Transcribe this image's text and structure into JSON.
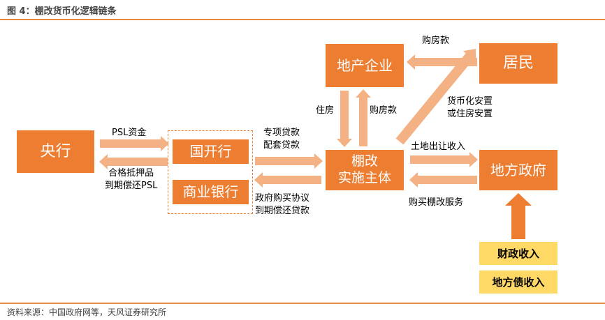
{
  "title": "图 4：棚改货币化逻辑链条",
  "nodes": {
    "central_bank": "央行",
    "cdb": "国开行",
    "commercial_banks": "商业银行",
    "developers": "地产企业",
    "residents": "居民",
    "implementer_line1": "棚改",
    "implementer_line2": "实施主体",
    "local_gov": "地方政府",
    "fiscal_revenue": "财政收入",
    "local_bond_revenue": "地方债收入"
  },
  "labels": {
    "psl_funds": "PSL资金",
    "collateral_line1": "合格抵押品",
    "collateral_line2": "到期偿还PSL",
    "special_loan_line1": "专项贷款",
    "special_loan_line2": "配套贷款",
    "gov_purchase_line1": "政府购买协议",
    "gov_purchase_line2": "到期偿还贷款",
    "housing": "住房",
    "payment_to_dev": "购房款",
    "payment_from_residents": "购房款",
    "monetized_line1": "货币化安置",
    "monetized_line2": "或住房安置",
    "land_transfer": "土地出让收入",
    "buy_services": "购买棚改服务"
  },
  "colors": {
    "orange": "#ed7d31",
    "light_orange": "#f4b183",
    "yellow": "#ffd966"
  },
  "footer": "资料来源：中国政府网等，天风证券研究所"
}
